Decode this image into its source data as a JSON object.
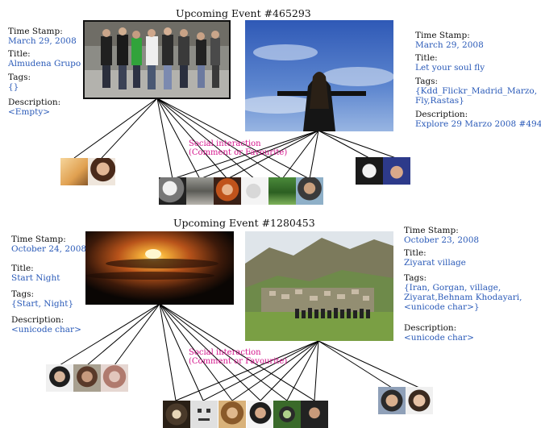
{
  "events": [
    {
      "title": "Upcoming Event #465293",
      "social_caption_1": "Social interaction",
      "social_caption_2": "(Comment or Favourite)",
      "left_photo": {
        "timestamp_label": "Time Stamp:",
        "timestamp": "March 29, 2008",
        "title_label": "Title:",
        "title": "Almudena Grupo",
        "tags_label": "Tags:",
        "tags": [
          "{}"
        ],
        "description_label": "Description:",
        "description": [
          "<Empty>"
        ]
      },
      "right_photo": {
        "timestamp_label": "Time Stamp:",
        "timestamp": "March 29, 2008",
        "title_label": "Title:",
        "title": "Let your soul fly",
        "tags_label": "Tags:",
        "tags": [
          "{Kdd_Flickr_Madrid_Marzo,",
          "Fly,Rastas}"
        ],
        "description_label": "Description:",
        "description": [
          "Explore 29 Marzo 2008 #494"
        ]
      }
    },
    {
      "title": "Upcoming Event #1280453",
      "social_caption_1": "Social interaction",
      "social_caption_2": "(Comment or Favourite)",
      "left_photo": {
        "timestamp_label": "Time Stamp:",
        "timestamp": "October 24, 2008",
        "title_label": "Title:",
        "title": "Start Night",
        "tags_label": "Tags:",
        "tags": [
          "{Start, Night}"
        ],
        "description_label": "Description:",
        "description": [
          "<unicode char>"
        ]
      },
      "right_photo": {
        "timestamp_label": "Time Stamp:",
        "timestamp": "October 23, 2008",
        "title_label": "Title:",
        "title": "Ziyarat village",
        "tags_label": "Tags:",
        "tags": [
          "{Iran, Gorgan, village,",
          "Ziyarat,Behnam Khodayari,",
          "<unicode char>}"
        ],
        "description_label": "Description:",
        "description": [
          "<unicode char>"
        ]
      }
    }
  ]
}
